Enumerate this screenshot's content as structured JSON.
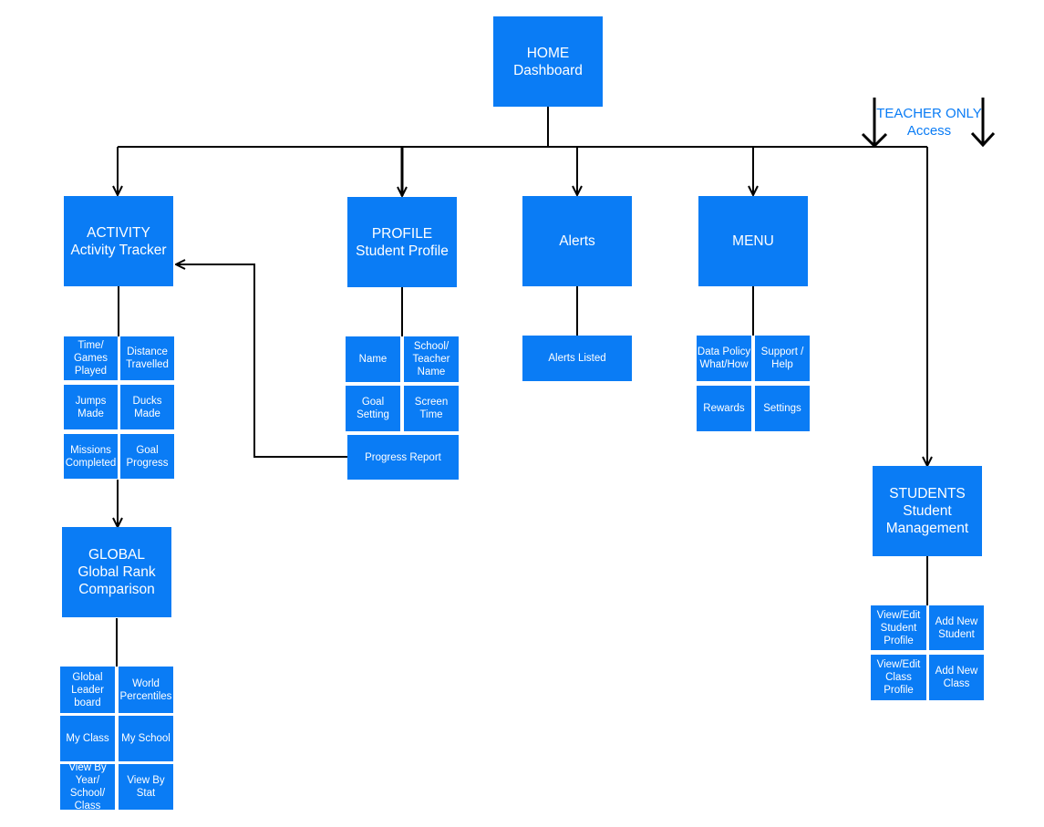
{
  "colors": {
    "box_fill": "#0a7cf5",
    "box_text": "#ffffff",
    "connector": "#000000",
    "annotation_text": "#0a7cf5"
  },
  "nodes": {
    "home": "HOME\nDashboard",
    "activity": "ACTIVITY\nActivity Tracker",
    "profile": "PROFILE\nStudent Profile",
    "alerts": "Alerts",
    "menu": "MENU",
    "students": "STUDENTS\nStudent\nManagement",
    "global": "GLOBAL\nGlobal Rank\nComparison"
  },
  "activity_items": {
    "time_games": "Time/\nGames\nPlayed",
    "distance": "Distance\nTravelled",
    "jumps": "Jumps\nMade",
    "ducks": "Ducks\nMade",
    "missions": "Missions\nCompleted",
    "goal_progress": "Goal\nProgress"
  },
  "profile_items": {
    "name": "Name",
    "school_teacher": "School/\nTeacher\nName",
    "goal_setting": "Goal\nSetting",
    "screen_time": "Screen\nTime",
    "progress_report": "Progress Report"
  },
  "alerts_items": {
    "alerts_listed": "Alerts Listed"
  },
  "menu_items": {
    "data_policy": "Data Policy\nWhat/How",
    "support": "Support /\nHelp",
    "rewards": "Rewards",
    "settings": "Settings"
  },
  "global_items": {
    "leaderboard": "Global\nLeader\nboard",
    "percentiles": "World\nPercentiles",
    "my_class": "My Class",
    "my_school": "My School",
    "view_by_year": "View By\nYear/\nSchool/\nClass",
    "view_by_stat": "View By\nStat"
  },
  "students_items": {
    "view_edit_student": "View/Edit\nStudent\nProfile",
    "add_student": "Add New\nStudent",
    "view_edit_class": "View/Edit\nClass\nProfile",
    "add_class": "Add New\nClass"
  },
  "annotation": {
    "line1": "TEACHER ONLY",
    "line2": "Access"
  }
}
